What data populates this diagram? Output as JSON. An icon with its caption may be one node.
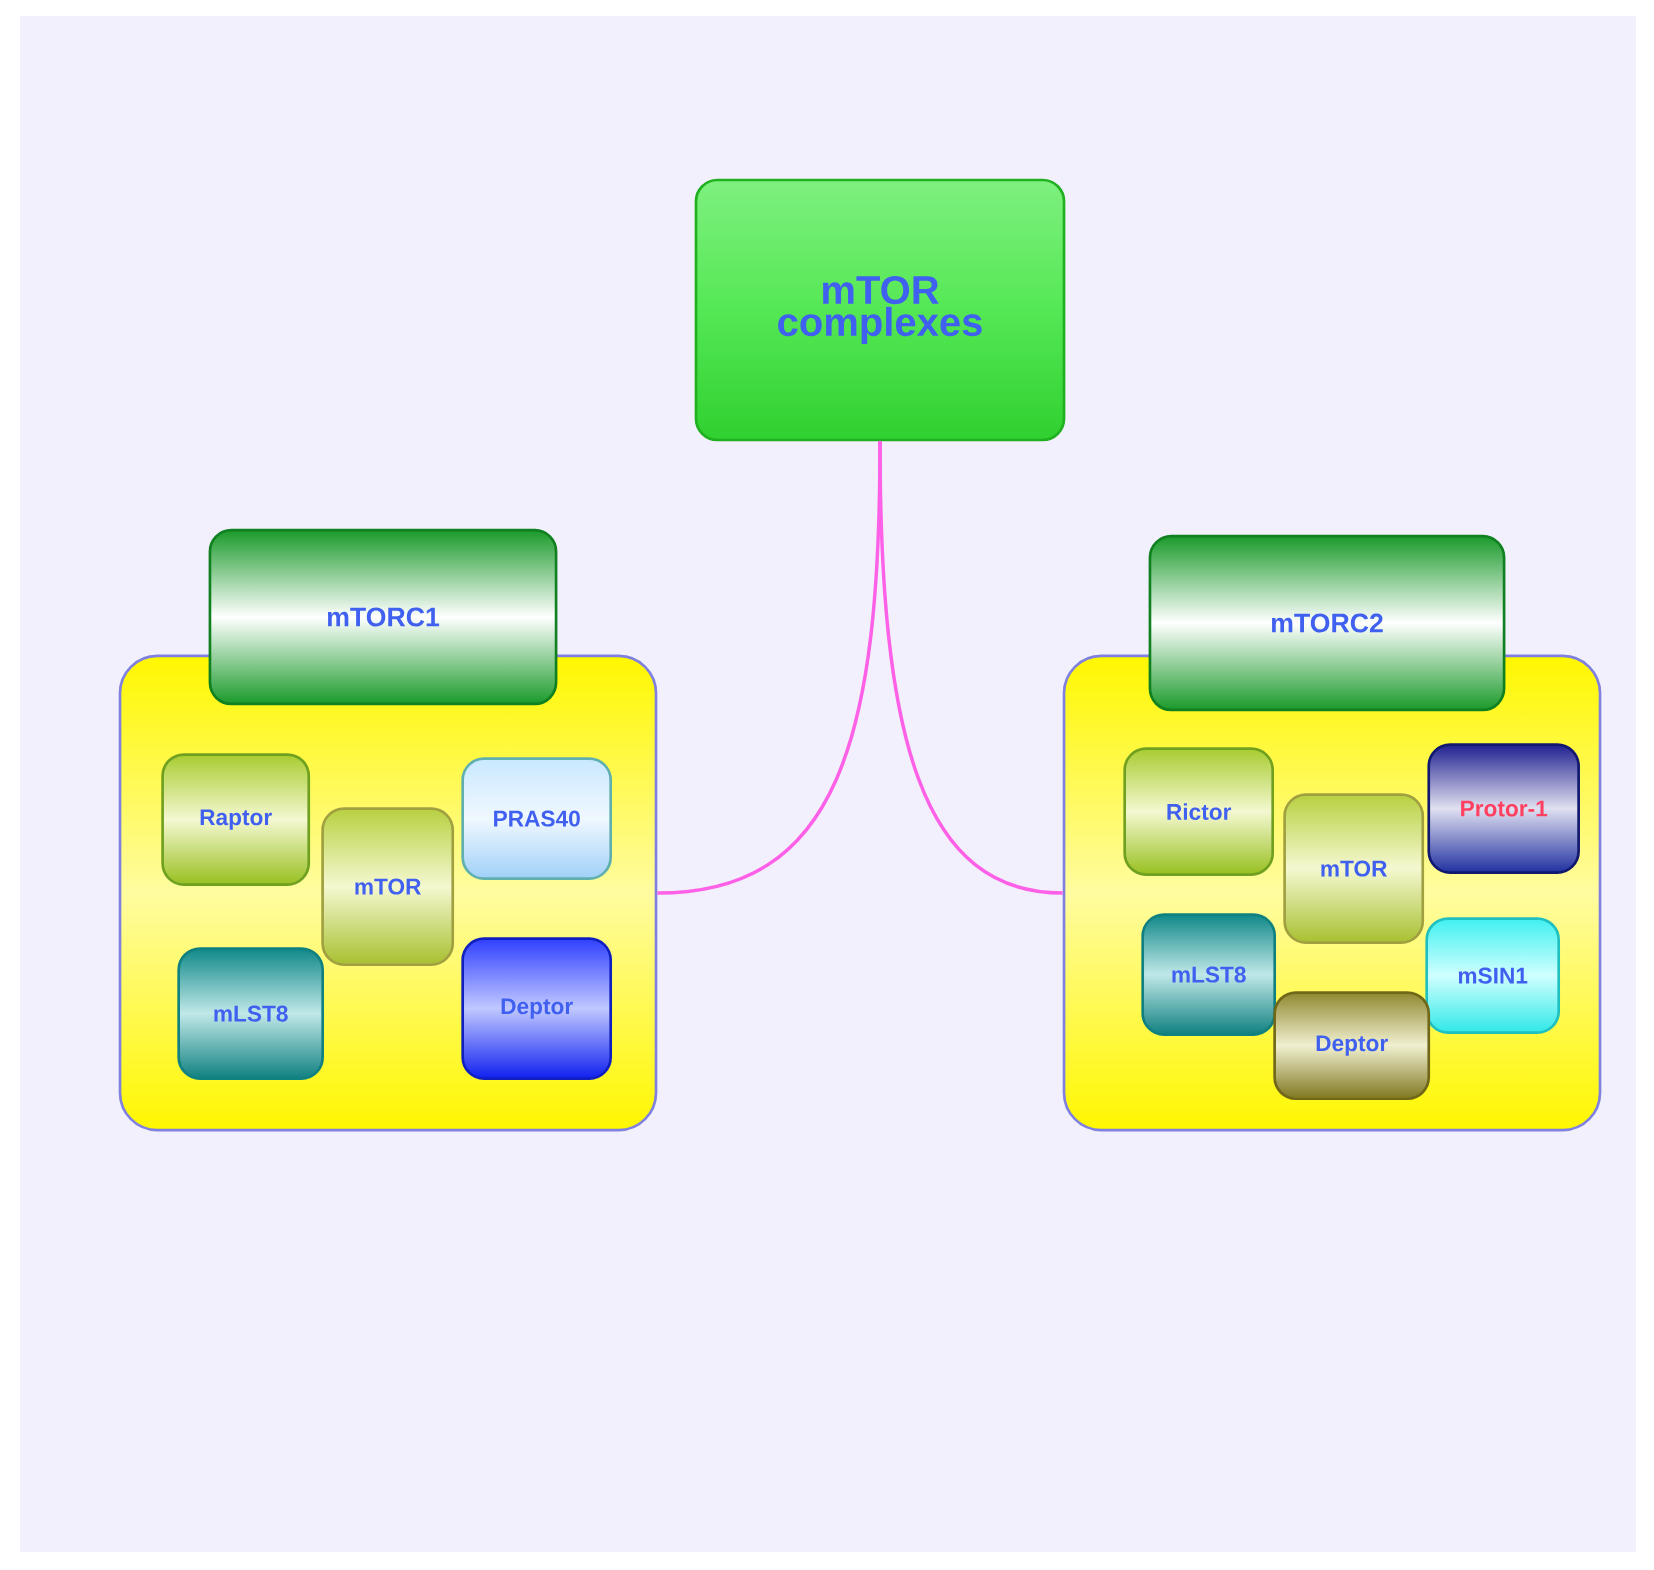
{
  "diagram": {
    "nodes": [
      {
        "text": [
          "mTOR complexes"
        ]
      },
      {
        "text": [
          "mTORC1"
        ]
      },
      {
        "text": [],
        "shape": "box"
      },
      {
        "text": [
          "Raptor"
        ],
        "in": 2
      },
      {
        "text": [
          "mTOR"
        ],
        "in": 2
      },
      {
        "text": [
          "PRAS40"
        ],
        "in": 2
      },
      {
        "text": [
          "mLST8"
        ],
        "in": 2
      },
      {
        "text": [
          "Deptor"
        ],
        "in": 2
      },
      {
        "text": [
          "mTORC2"
        ]
      },
      {
        "text": [],
        "shape": "box"
      },
      {
        "text": [
          "Rictor"
        ],
        "in": 9
      },
      {
        "text": [
          "mTOR"
        ],
        "in": 9
      },
      {
        "text": [
          "Protor-1"
        ],
        "in": 9
      },
      {
        "text": [
          "mLST8"
        ],
        "in": 9
      },
      {
        "text": [
          "mSIN1"
        ],
        "in": 9
      },
      {
        "text": [
          "Deptor"
        ],
        "in": 9
      }
    ],
    "edges": [
      {
        "from": 0,
        "to": 2,
        "arrow": "none"
      },
      {
        "from": 0,
        "to": 9,
        "arrow": "none"
      }
    ]
  }
}
